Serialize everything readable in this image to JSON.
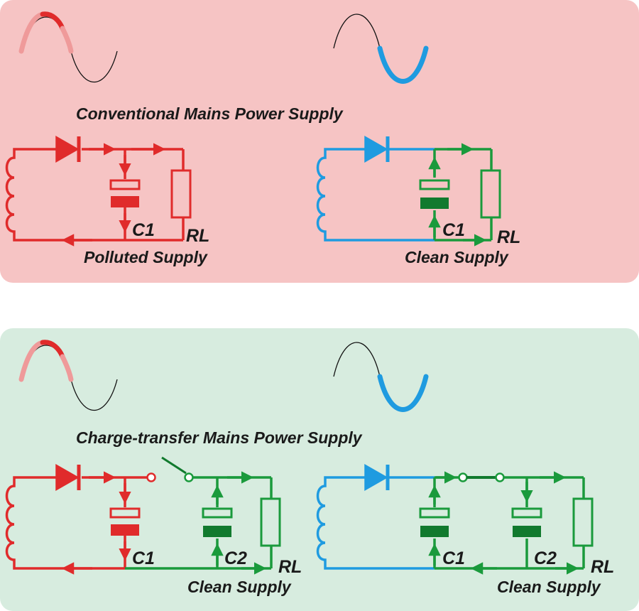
{
  "colors": {
    "red": "#e02b2b",
    "red_light": "#ef9a9a",
    "blue": "#1f9be0",
    "green": "#1a9a3c",
    "green_dark": "#117a2e",
    "top_panel_bg": "#f6c4c4",
    "bottom_panel_bg": "#d7ecdf"
  },
  "top": {
    "title": "Conventional Mains Power Supply",
    "left_circuit": {
      "c1": "C1",
      "rl": "RL",
      "caption": "Polluted Supply"
    },
    "right_circuit": {
      "c1": "C1",
      "rl": "RL",
      "caption": "Clean Supply"
    }
  },
  "bottom": {
    "title": "Charge-transfer Mains Power Supply",
    "left_circuit": {
      "c1": "C1",
      "c2": "C2",
      "rl": "RL",
      "caption": "Clean Supply"
    },
    "right_circuit": {
      "c1": "C1",
      "c2": "C2",
      "rl": "RL",
      "caption": "Clean Supply"
    }
  }
}
